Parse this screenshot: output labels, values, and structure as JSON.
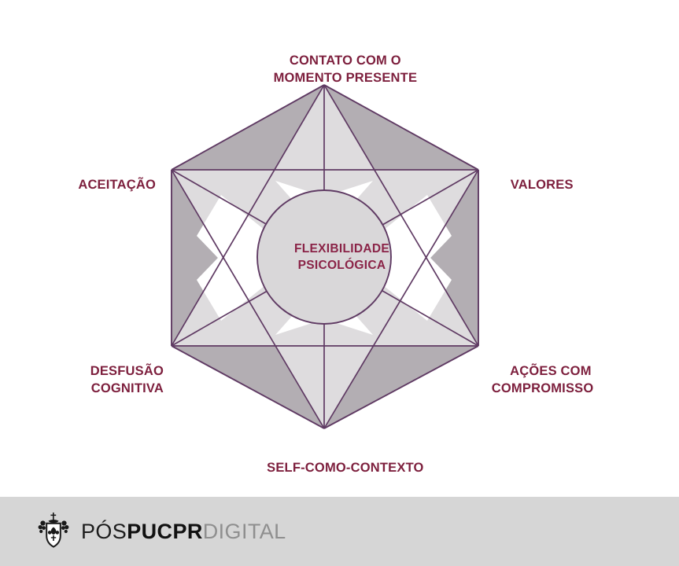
{
  "diagram": {
    "title_center": {
      "line1": "FLEXIBILIDADE",
      "line2": "PSICOLÓGICA"
    },
    "vertices": [
      {
        "id": "contato-momento-presente",
        "line1": "CONTATO COM O",
        "line2": "MOMENTO PRESENTE",
        "position": "top"
      },
      {
        "id": "valores",
        "line1": "VALORES",
        "line2": "",
        "position": "upper-right"
      },
      {
        "id": "acoes-com-compromisso",
        "line1": "AÇÕES COM",
        "line2": " COMPROMISSO",
        "position": "lower-right"
      },
      {
        "id": "self-como-contexto",
        "line1": "SELF-COMO-CONTEXTO",
        "line2": "",
        "position": "bottom"
      },
      {
        "id": "desfusao-cognitiva",
        "line1": "DESFUSÃO",
        "line2": "COGNITIVA",
        "position": "lower-left"
      },
      {
        "id": "aceitacao",
        "line1": "ACEITAÇÃO",
        "line2": "",
        "position": "upper-left"
      }
    ],
    "colors": {
      "text": "#7d1f3d",
      "center_text": "#8a2347",
      "stroke": "#5f3a63",
      "fill_outer": "#b3aeb3",
      "fill_inner": "#dedcde",
      "fill_center_circle": "#d9d7d9",
      "background": "#ffffff"
    }
  },
  "footer": {
    "background": "#d6d6d6",
    "logo": {
      "crest_alt": "pucpr-crest",
      "word_pos": "PÓS",
      "word_pucpr": "PUCPR",
      "word_digital": "DIGITAL"
    }
  }
}
